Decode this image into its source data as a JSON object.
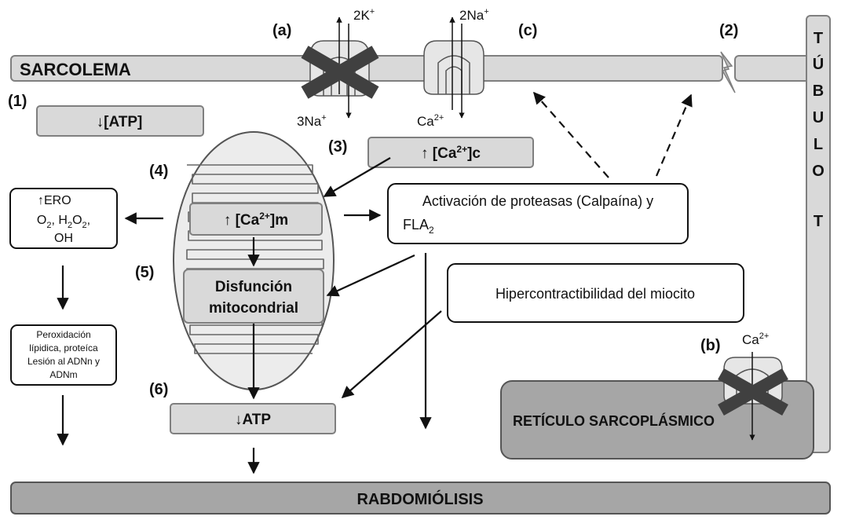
{
  "labels": {
    "sarcolema": "SARCOLEMA",
    "tubulo_letters": [
      "T",
      "Ú",
      "B",
      "U",
      "L",
      "O",
      "",
      "T"
    ],
    "marker_a": "(a)",
    "marker_b": "(b)",
    "marker_c": "(c)",
    "marker_2": "(2)",
    "marker_1": "(1)",
    "marker_3": "(3)",
    "marker_4": "(4)",
    "marker_5": "(5)",
    "marker_6": "(6)",
    "ion_2k": "2K",
    "ion_2k_sup": "+",
    "ion_3na": "3Na",
    "ion_3na_sup": "+",
    "ion_2na": "2Na",
    "ion_2na_sup": "+",
    "ion_ca_c": "Ca",
    "ion_ca_c_sup": "2+",
    "ion_ca_b": "Ca",
    "ion_ca_b_sup": "2+"
  },
  "boxes": {
    "atp_low": {
      "arrow": "↓",
      "text": "[ATP]"
    },
    "ca_c": {
      "arrow": "↑ ",
      "pre": "[Ca",
      "sup": "2+",
      "post": "]c"
    },
    "ca_m": {
      "arrow": "↑ ",
      "pre": "[Ca",
      "sup": "2+",
      "post": "]m"
    },
    "ero": {
      "line1": "↑ERO",
      "line2_a": "O",
      "line2_a_sub": "2",
      "line2_b": ", H",
      "line2_b_sub": "2",
      "line2_c": "O",
      "line2_c_sub": "2",
      "line2_d": ",",
      "line3": "OH"
    },
    "peroxidacion": {
      "line1": "Peroxidación",
      "line2": "lípidica, proteíca",
      "line3": "Lesión al ADNn y",
      "line4": "ADNm"
    },
    "activacion": {
      "line1": "Activación de proteasas (Calpaína) y",
      "line2": "FLA",
      "line2_sub": "2"
    },
    "disfuncion": {
      "line1": "Disfunción",
      "line2": "mitocondrial"
    },
    "hipercontractilidad": "Hipercontractibilidad del miocito",
    "atp_mito": {
      "arrow": "↓",
      "text": "ATP"
    },
    "reticulo": "RETÍCULO SARCOPLÁSMICO",
    "rabdo": "RABDOMIÓLISIS"
  },
  "colors": {
    "box_fill": "#d9d9d9",
    "box_stroke": "#7f7f7f",
    "reticulo_fill": "#a6a6a6",
    "rabdo_fill": "#a6a6a6",
    "cross": "#404040"
  }
}
